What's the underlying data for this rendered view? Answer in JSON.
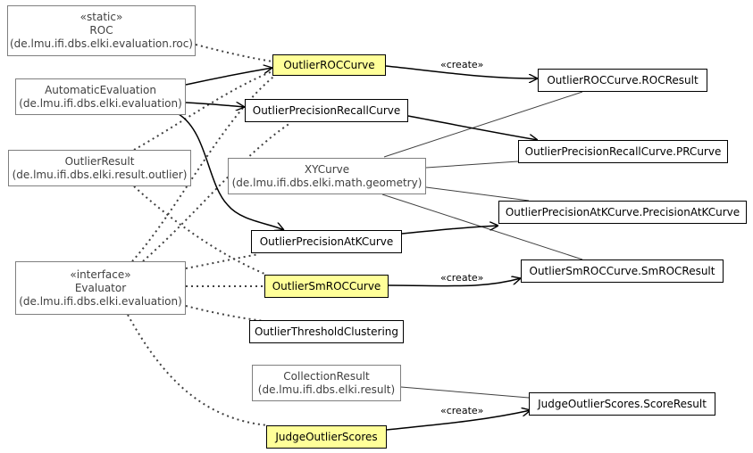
{
  "nodes": {
    "roc": {
      "stereotype": "«static»",
      "name": "ROC",
      "package": "(de.lmu.ifi.dbs.elki.evaluation.roc)"
    },
    "automatic_evaluation": {
      "name": "AutomaticEvaluation",
      "package": "(de.lmu.ifi.dbs.elki.evaluation)"
    },
    "outlier_result": {
      "name": "OutlierResult",
      "package": "(de.lmu.ifi.dbs.elki.result.outlier)"
    },
    "evaluator": {
      "stereotype": "«interface»",
      "name": "Evaluator",
      "package": "(de.lmu.ifi.dbs.elki.evaluation)"
    },
    "outlier_roc_curve": {
      "name": "OutlierROCCurve"
    },
    "outlier_precision_recall_curve": {
      "name": "OutlierPrecisionRecallCurve"
    },
    "xy_curve": {
      "name": "XYCurve",
      "package": "(de.lmu.ifi.dbs.elki.math.geometry)"
    },
    "outlier_precision_at_k_curve": {
      "name": "OutlierPrecisionAtKCurve"
    },
    "outlier_sm_roc_curve": {
      "name": "OutlierSmROCCurve"
    },
    "outlier_threshold_clustering": {
      "name": "OutlierThresholdClustering"
    },
    "collection_result": {
      "name": "CollectionResult",
      "package": "(de.lmu.ifi.dbs.elki.result)"
    },
    "judge_outlier_scores": {
      "name": "JudgeOutlierScores"
    },
    "roc_result": {
      "name": "OutlierROCCurve.ROCResult"
    },
    "pr_curve": {
      "name": "OutlierPrecisionRecallCurve.PRCurve"
    },
    "precision_at_k_curve": {
      "name": "OutlierPrecisionAtKCurve.PrecisionAtKCurve"
    },
    "sm_roc_result": {
      "name": "OutlierSmROCCurve.SmROCResult"
    },
    "score_result": {
      "name": "JudgeOutlierScores.ScoreResult"
    }
  },
  "labels": {
    "create_roc": "«create»",
    "create_smroc": "«create»",
    "create_judge": "«create»"
  }
}
